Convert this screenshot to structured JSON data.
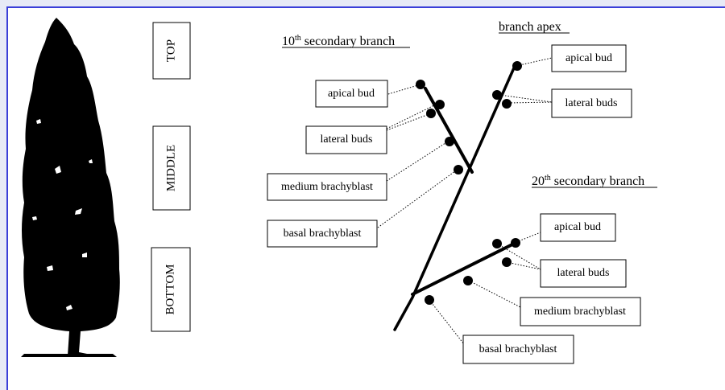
{
  "tree_levels": [
    "TOP",
    "MIDDLE",
    "BOTTOM"
  ],
  "headings": {
    "branch_10": {
      "num": "10",
      "sup": "th",
      "rest": " secondary branch"
    },
    "branch_apex": "branch apex",
    "branch_20": {
      "num": "20",
      "sup": "th",
      "rest": " secondary branch"
    }
  },
  "labels": {
    "apex_apical_bud": "apical bud",
    "apex_lateral_buds": "lateral buds",
    "b10_apical_bud": "apical bud",
    "b10_lateral_buds": "lateral buds",
    "b10_medium_brachyblast": "medium brachyblast",
    "b10_basal_brachyblast": "basal brachyblast",
    "b20_apical_bud": "apical bud",
    "b20_lateral_buds": "lateral buds",
    "b20_medium_brachyblast": "medium brachyblast",
    "b20_basal_brachyblast": "basal brachyblast"
  }
}
